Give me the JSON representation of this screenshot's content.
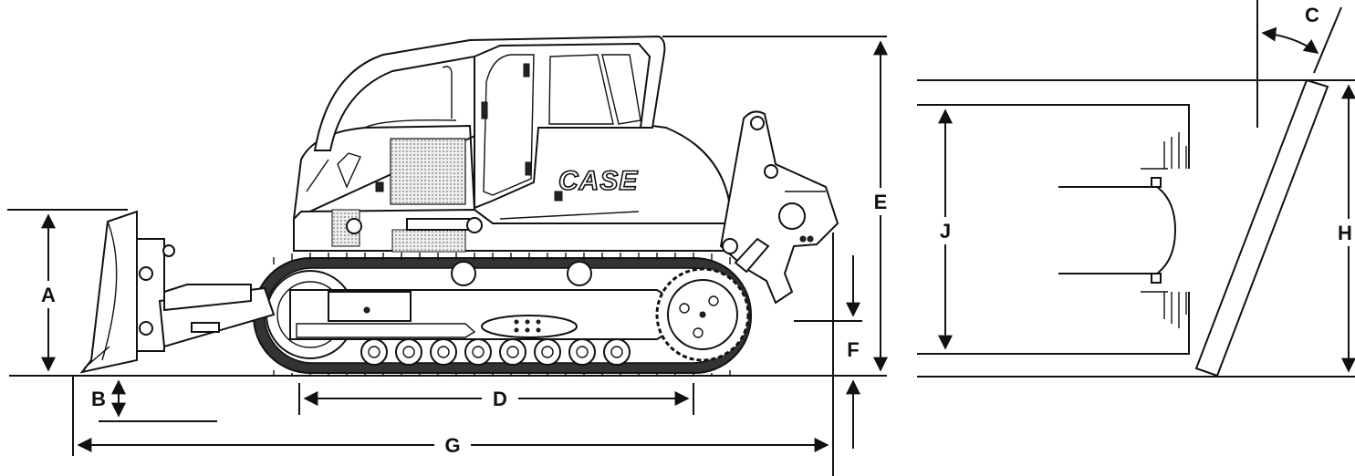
{
  "diagram": {
    "brand_logo": "CASE",
    "dimension_labels": {
      "A": "A",
      "B": "B",
      "C": "C",
      "D": "D",
      "E": "E",
      "F": "F",
      "G": "G",
      "H": "H",
      "J": "J"
    }
  }
}
